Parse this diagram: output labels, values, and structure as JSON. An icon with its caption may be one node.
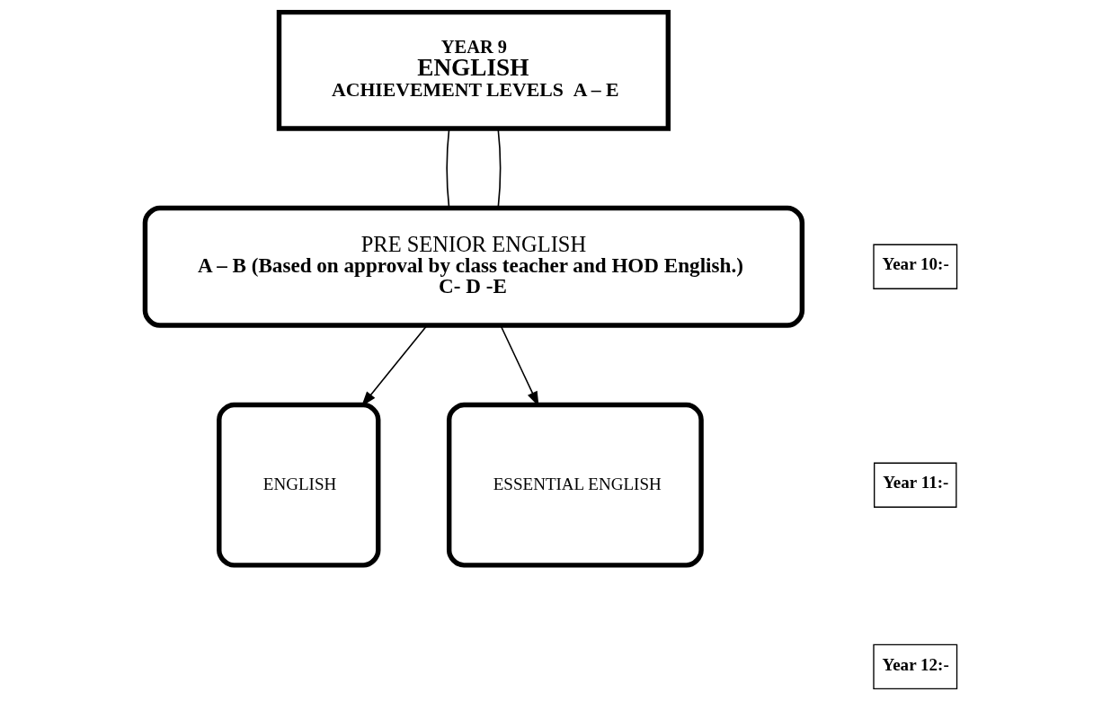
{
  "diagram": {
    "nodes": [
      {
        "text": [
          "YEAR 9",
          "ENGLISH",
          "ACHIEVEMENT LEVELS  A – E"
        ]
      },
      {
        "text": [
          "PRE SENIOR ENGLISH",
          "A – B (Based on approval by class teacher and HOD English.)",
          "C- D -E"
        ]
      },
      {
        "text": [
          "ENGLISH"
        ]
      },
      {
        "text": [
          "ESSENTIAL ENGLISH"
        ]
      },
      {
        "text": [
          "Year 10:-"
        ]
      },
      {
        "text": [
          "Year 11:-"
        ]
      },
      {
        "text": [
          "Year 12:-"
        ]
      }
    ],
    "edges": [
      {
        "from": 0,
        "to": 1,
        "arrow": "none"
      },
      {
        "from": 0,
        "to": 1,
        "arrow": "none"
      },
      {
        "from": 1,
        "to": 2,
        "arrow": "to"
      },
      {
        "from": 1,
        "to": 3,
        "arrow": "to"
      }
    ]
  }
}
